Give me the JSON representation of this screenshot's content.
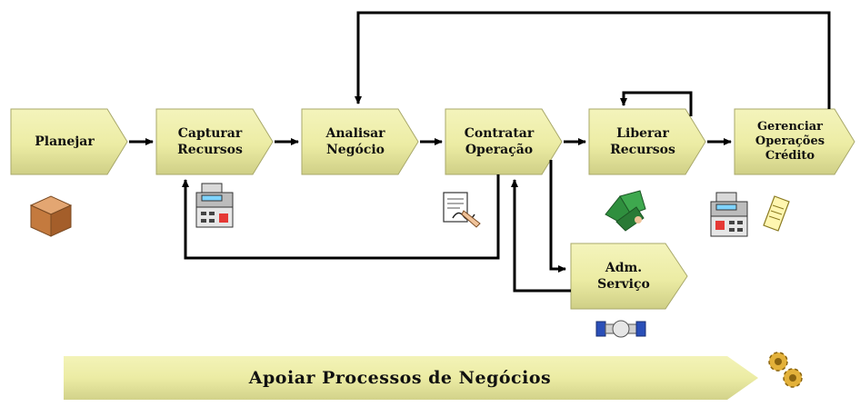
{
  "processes": {
    "planejar": "Planejar",
    "capturar_line1": "Capturar",
    "capturar_line2": "Recursos",
    "analisar_line1": "Analisar",
    "analisar_line2": "Negócio",
    "contratar_line1": "Contratar",
    "contratar_line2": "Operação",
    "liberar_line1": "Liberar",
    "liberar_line2": "Recursos",
    "gerenciar_line1": "Gerenciar",
    "gerenciar_line2": "Operações",
    "gerenciar_line3": "Crédito",
    "adm_line1": "Adm.",
    "adm_line2": "Serviço"
  },
  "support_bar": {
    "label": "Apoiar Processos de Negócios"
  },
  "icons": [
    "box-icon",
    "cash-register-icon",
    "document-signing-icon",
    "handshake-icon",
    "cash-register-icon",
    "receipt-icon",
    "pipe-icon",
    "gears-icon"
  ],
  "colors": {
    "box_fill": "#ececa4",
    "box_shade": "#c9c97c",
    "connector": "#000000"
  }
}
